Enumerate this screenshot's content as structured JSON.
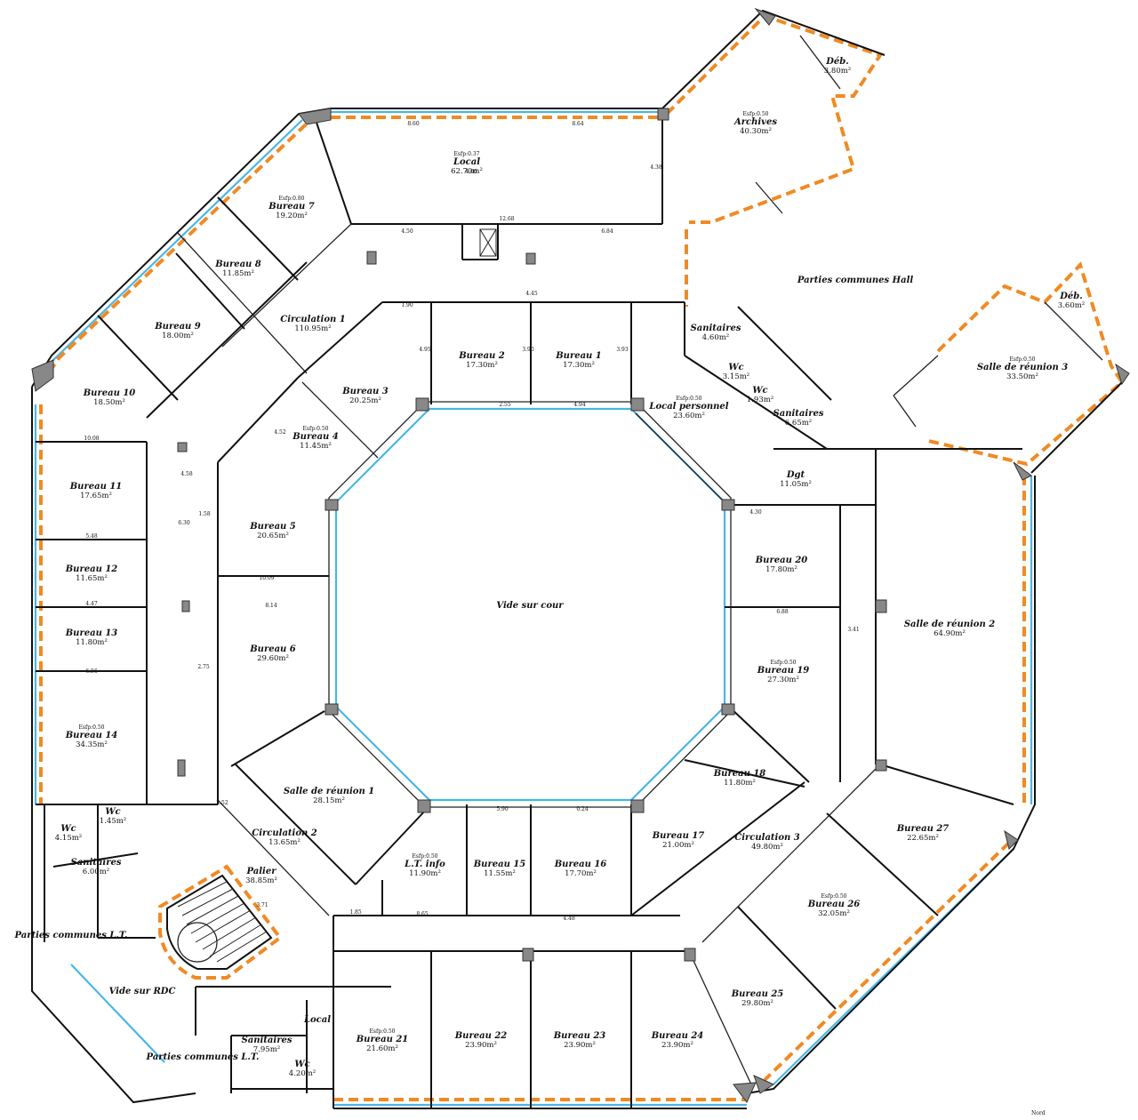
{
  "plan": {
    "north_label": "Nord",
    "colors": {
      "glass": "#4ab6e8",
      "boundary": "#f08a24",
      "wall": "#111111"
    },
    "rooms": [
      {
        "id": "local",
        "name": "Local",
        "area": "62.70m²",
        "note": "Esfp:0.37"
      },
      {
        "id": "archives",
        "name": "Archives",
        "area": "40.30m²",
        "note": "Esfp:0.50"
      },
      {
        "id": "deb-top",
        "name": "Déb.",
        "area": "3.80m²",
        "note": ""
      },
      {
        "id": "bureau-7",
        "name": "Bureau 7",
        "area": "19.20m²",
        "note": "Esfp:0.80"
      },
      {
        "id": "bureau-8",
        "name": "Bureau 8",
        "area": "11.85m²",
        "note": ""
      },
      {
        "id": "bureau-9",
        "name": "Bureau 9",
        "area": "18.00m²",
        "note": ""
      },
      {
        "id": "bureau-10",
        "name": "Bureau 10",
        "area": "18.50m²",
        "note": ""
      },
      {
        "id": "bureau-11",
        "name": "Bureau 11",
        "area": "17.65m²",
        "note": ""
      },
      {
        "id": "bureau-12",
        "name": "Bureau 12",
        "area": "11.65m²",
        "note": ""
      },
      {
        "id": "bureau-13",
        "name": "Bureau 13",
        "area": "11.80m²",
        "note": ""
      },
      {
        "id": "bureau-14",
        "name": "Bureau 14",
        "area": "34.35m²",
        "note": "Esfp:0.50"
      },
      {
        "id": "circulation-1",
        "name": "Circulation 1",
        "area": "110.95m²",
        "note": ""
      },
      {
        "id": "bureau-2",
        "name": "Bureau 2",
        "area": "17.30m²",
        "note": ""
      },
      {
        "id": "bureau-1",
        "name": "Bureau 1",
        "area": "17.30m²",
        "note": ""
      },
      {
        "id": "bureau-3",
        "name": "Bureau 3",
        "area": "20.25m²",
        "note": ""
      },
      {
        "id": "bureau-4",
        "name": "Bureau 4",
        "area": "11.45m²",
        "note": "Esfp:0.50"
      },
      {
        "id": "bureau-5",
        "name": "Bureau 5",
        "area": "20.65m²",
        "note": ""
      },
      {
        "id": "bureau-6",
        "name": "Bureau 6",
        "area": "29.60m²",
        "note": ""
      },
      {
        "id": "local-personnel",
        "name": "Local personnel",
        "area": "23.60m²",
        "note": "Esfp:0.50"
      },
      {
        "id": "sanitaires-top",
        "name": "Sanitaires",
        "area": "4.60m²",
        "note": ""
      },
      {
        "id": "wc-top",
        "name": "Wc",
        "area": "3.15m²",
        "note": ""
      },
      {
        "id": "wc-top-2",
        "name": "Wc",
        "area": "1.93m²",
        "note": ""
      },
      {
        "id": "sanitaires-right",
        "name": "Sanitaires",
        "area": "6.65m²",
        "note": ""
      },
      {
        "id": "dgt",
        "name": "Dgt",
        "area": "11.05m²",
        "note": ""
      },
      {
        "id": "parties-communes-hall",
        "name": "Parties communes Hall",
        "area": "",
        "note": ""
      },
      {
        "id": "salle-reunion-3",
        "name": "Salle de réunion 3",
        "area": "33.50m²",
        "note": "Esfp:0.50"
      },
      {
        "id": "deb-right",
        "name": "Déb.",
        "area": "3.60m²",
        "note": ""
      },
      {
        "id": "vide-sur-cour",
        "name": "Vide sur cour",
        "area": "",
        "note": ""
      },
      {
        "id": "bureau-20",
        "name": "Bureau 20",
        "area": "17.80m²",
        "note": ""
      },
      {
        "id": "bureau-19",
        "name": "Bureau 19",
        "area": "27.30m²",
        "note": "Esfp:0.50"
      },
      {
        "id": "salle-reunion-2",
        "name": "Salle de réunion 2",
        "area": "64.90m²",
        "note": ""
      },
      {
        "id": "bureau-18",
        "name": "Bureau 18",
        "area": "11.80m²",
        "note": ""
      },
      {
        "id": "bureau-17",
        "name": "Bureau 17",
        "area": "21.00m²",
        "note": ""
      },
      {
        "id": "circulation-3",
        "name": "Circulation 3",
        "area": "49.80m²",
        "note": ""
      },
      {
        "id": "bureau-27",
        "name": "Bureau 27",
        "area": "22.65m²",
        "note": ""
      },
      {
        "id": "bureau-26",
        "name": "Bureau 26",
        "area": "32.05m²",
        "note": "Esfp:0.50"
      },
      {
        "id": "bureau-25",
        "name": "Bureau 25",
        "area": "29.80m²",
        "note": ""
      },
      {
        "id": "salle-reunion-1",
        "name": "Salle de réunion 1",
        "area": "28.15m²",
        "note": ""
      },
      {
        "id": "circulation-2",
        "name": "Circulation 2",
        "area": "13.65m²",
        "note": ""
      },
      {
        "id": "lt-info",
        "name": "L.T. info",
        "area": "11.90m²",
        "note": "Esfp:0.50"
      },
      {
        "id": "bureau-15",
        "name": "Bureau 15",
        "area": "11.55m²",
        "note": ""
      },
      {
        "id": "bureau-16",
        "name": "Bureau 16",
        "area": "17.70m²",
        "note": ""
      },
      {
        "id": "palier",
        "name": "Palier",
        "area": "38.85m²",
        "note": ""
      },
      {
        "id": "wc-left",
        "name": "Wc",
        "area": "4.15m²",
        "note": ""
      },
      {
        "id": "wc-left-2",
        "name": "Wc",
        "area": "1.45m²",
        "note": ""
      },
      {
        "id": "sanitaires-left",
        "name": "Sanitaires",
        "area": "6.00m²",
        "note": ""
      },
      {
        "id": "parties-communes-lt-1",
        "name": "Parties communes L.T.",
        "area": "",
        "note": ""
      },
      {
        "id": "vide-sur-rdc",
        "name": "Vide sur RDC",
        "area": "",
        "note": ""
      },
      {
        "id": "parties-communes-lt-2",
        "name": "Parties communes L.T.",
        "area": "",
        "note": ""
      },
      {
        "id": "sanitaires-bottom",
        "name": "Sanitaires",
        "area": "7.95m²",
        "note": ""
      },
      {
        "id": "wc-bottom",
        "name": "Wc",
        "area": "4.20m²",
        "note": ""
      },
      {
        "id": "local-bottom",
        "name": "Local",
        "area": "",
        "note": ""
      },
      {
        "id": "bureau-21",
        "name": "Bureau 21",
        "area": "21.60m²",
        "note": "Esfp:0.50"
      },
      {
        "id": "bureau-22",
        "name": "Bureau 22",
        "area": "23.90m²",
        "note": ""
      },
      {
        "id": "bureau-23",
        "name": "Bureau 23",
        "area": "23.90m²",
        "note": ""
      },
      {
        "id": "bureau-24",
        "name": "Bureau 24",
        "area": "23.90m²",
        "note": ""
      }
    ],
    "dimensions": [
      "8.60",
      "8.64",
      "4.00",
      "4.38",
      "4.50",
      "6.84",
      "12.68",
      "4.45",
      "1.90",
      "2.55",
      "4.94",
      "4.95",
      "3.90",
      "3.93",
      "4.52",
      "4.58",
      "6.30",
      "10.08",
      "5.48",
      "4.47",
      "6.56",
      "10.09",
      "8.14",
      "1.58",
      "2.75",
      "2.52",
      "3.71",
      "1.85",
      "5.90",
      "0.24",
      "8.65",
      "4.48",
      "4.30",
      "6.88",
      "3.41"
    ]
  }
}
